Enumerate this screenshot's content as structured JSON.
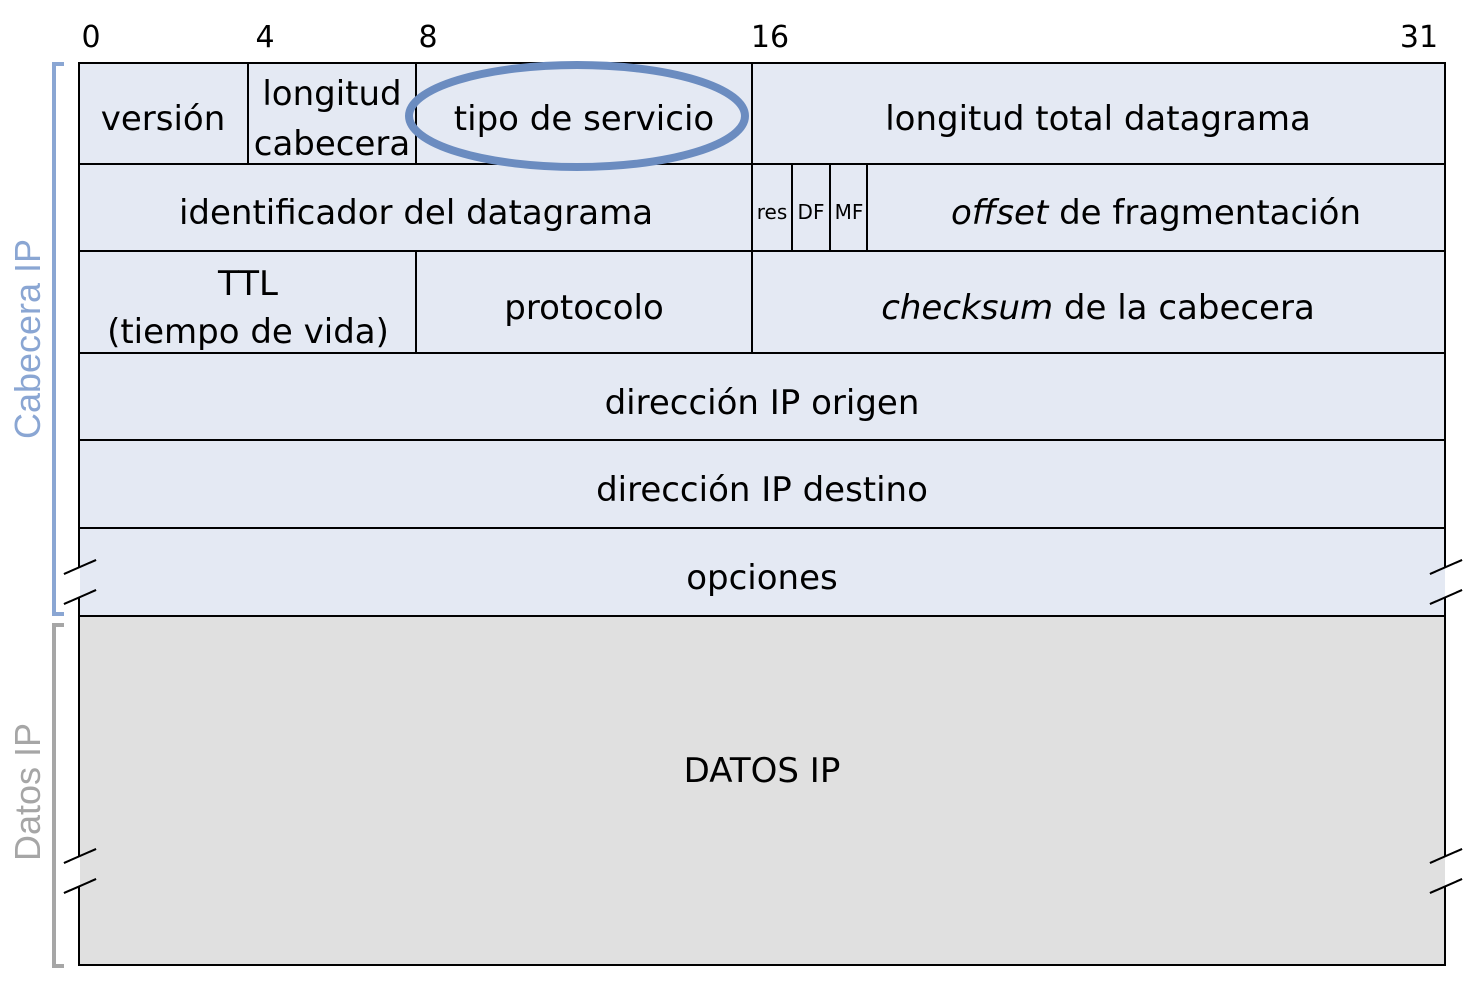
{
  "bit_positions": [
    "0",
    "4",
    "8",
    "16",
    "31"
  ],
  "rows": {
    "row1": {
      "version": "versión",
      "header_length_line1": "longitud",
      "header_length_line2": "cabecera",
      "type_of_service": "tipo de servicio",
      "total_length": "longitud total datagrama"
    },
    "row2": {
      "identifier": "identificador del datagrama",
      "flag_res": "res",
      "flag_df": "DF",
      "flag_mf": "MF",
      "offset_italic": "offset",
      "offset_rest": " de fragmentación"
    },
    "row3": {
      "ttl_line1": "TTL",
      "ttl_line2": "(tiempo de vida)",
      "protocol": "protocolo",
      "checksum_italic": "checksum",
      "checksum_rest": " de la cabecera"
    },
    "row4": {
      "source_ip": "dirección IP origen"
    },
    "row5": {
      "destination_ip": "dirección IP destino"
    },
    "row6": {
      "options": "opciones"
    },
    "data": {
      "label": "DATOS IP"
    }
  },
  "side_labels": {
    "header": "Cabecera IP",
    "data": "Datos IP"
  },
  "highlighted_field": "type_of_service",
  "colors": {
    "header_fill": "#e4e9f3",
    "data_fill": "#e0e0e0",
    "highlight_ellipse": "#6b8cc0",
    "header_bracket": "#8aa6d3",
    "data_bracket": "#a6a6a6",
    "lines": "#000000"
  }
}
